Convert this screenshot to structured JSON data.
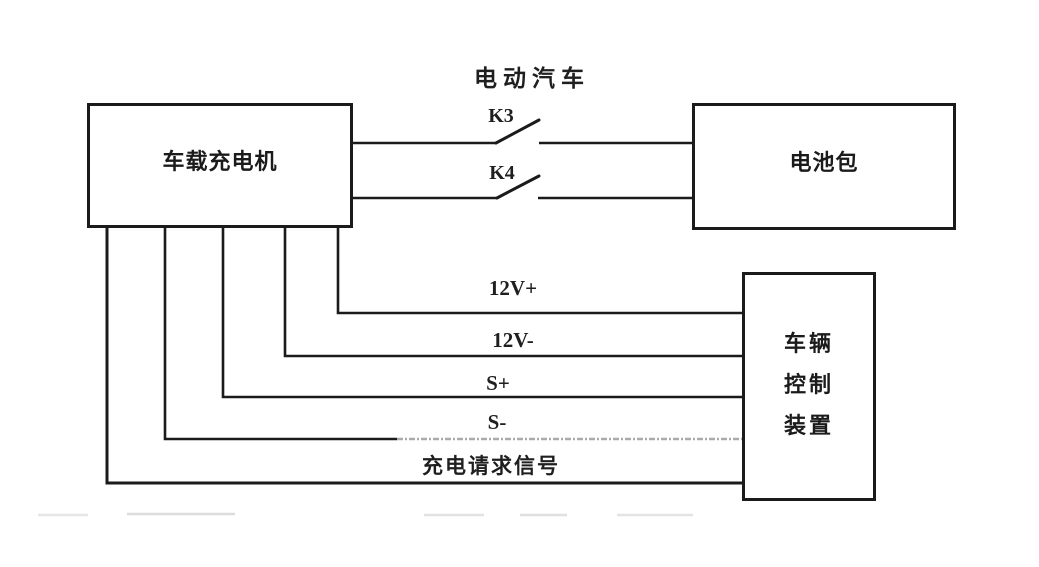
{
  "diagram": {
    "title": "电动汽车",
    "boxes": {
      "charger": {
        "label": "车载充电机"
      },
      "battery": {
        "label": "电池包"
      },
      "controller": {
        "lines": [
          "车辆",
          "控制",
          "装置"
        ]
      }
    },
    "switches": {
      "k3": "K3",
      "k4": "K4"
    },
    "wires": {
      "v12_plus": "12V+",
      "v12_minus": "12V-",
      "s_plus": "S+",
      "s_minus": "S-",
      "charge_request": "充电请求信号"
    },
    "colors": {
      "line": "#1b1b1b",
      "faded_line": "#aaaaaa",
      "background": "#ffffff"
    }
  }
}
